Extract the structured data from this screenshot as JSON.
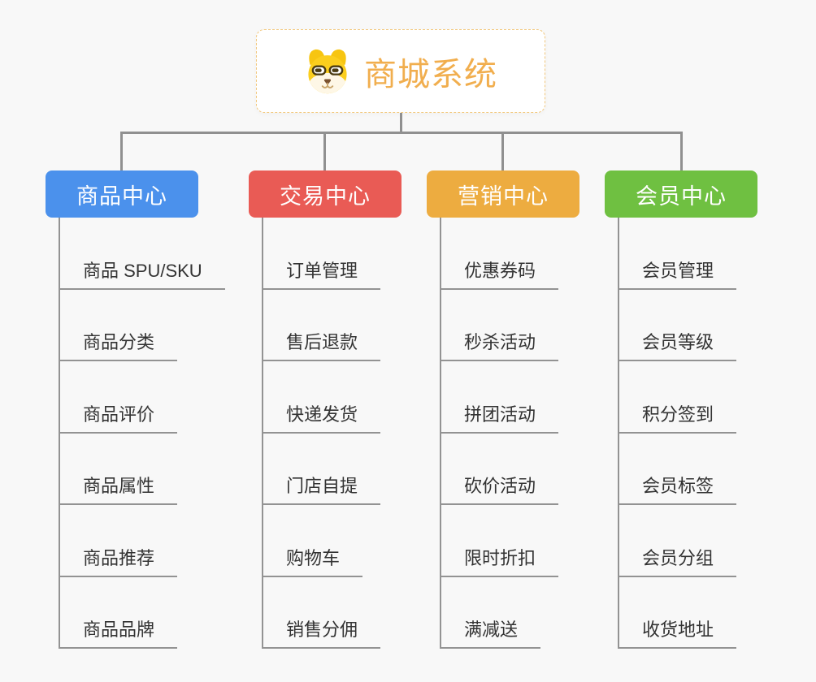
{
  "root": {
    "title": "商城系统",
    "icon": "dog-face-icon"
  },
  "colors": {
    "background": "#f8f8f8",
    "connector": "#909090",
    "root_accent": "#F1AE4E",
    "root_border": "#F2C87E",
    "item_text": "#333333",
    "branch_blue": "#4B91EC",
    "branch_red": "#E95B55",
    "branch_orange": "#EDAC40",
    "branch_green": "#6FC041"
  },
  "branches": [
    {
      "label": "商品中心",
      "color": "#4B91EC",
      "items": [
        "商品 SPU/SKU",
        "商品分类",
        "商品评价",
        "商品属性",
        "商品推荐",
        "商品品牌"
      ]
    },
    {
      "label": "交易中心",
      "color": "#E95B55",
      "items": [
        "订单管理",
        "售后退款",
        "快递发货",
        "门店自提",
        "购物车",
        "销售分佣"
      ]
    },
    {
      "label": "营销中心",
      "color": "#EDAC40",
      "items": [
        "优惠券码",
        "秒杀活动",
        "拼团活动",
        "砍价活动",
        "限时折扣",
        "满减送"
      ]
    },
    {
      "label": "会员中心",
      "color": "#6FC041",
      "items": [
        "会员管理",
        "会员等级",
        "积分签到",
        "会员标签",
        "会员分组",
        "收货地址"
      ]
    }
  ]
}
